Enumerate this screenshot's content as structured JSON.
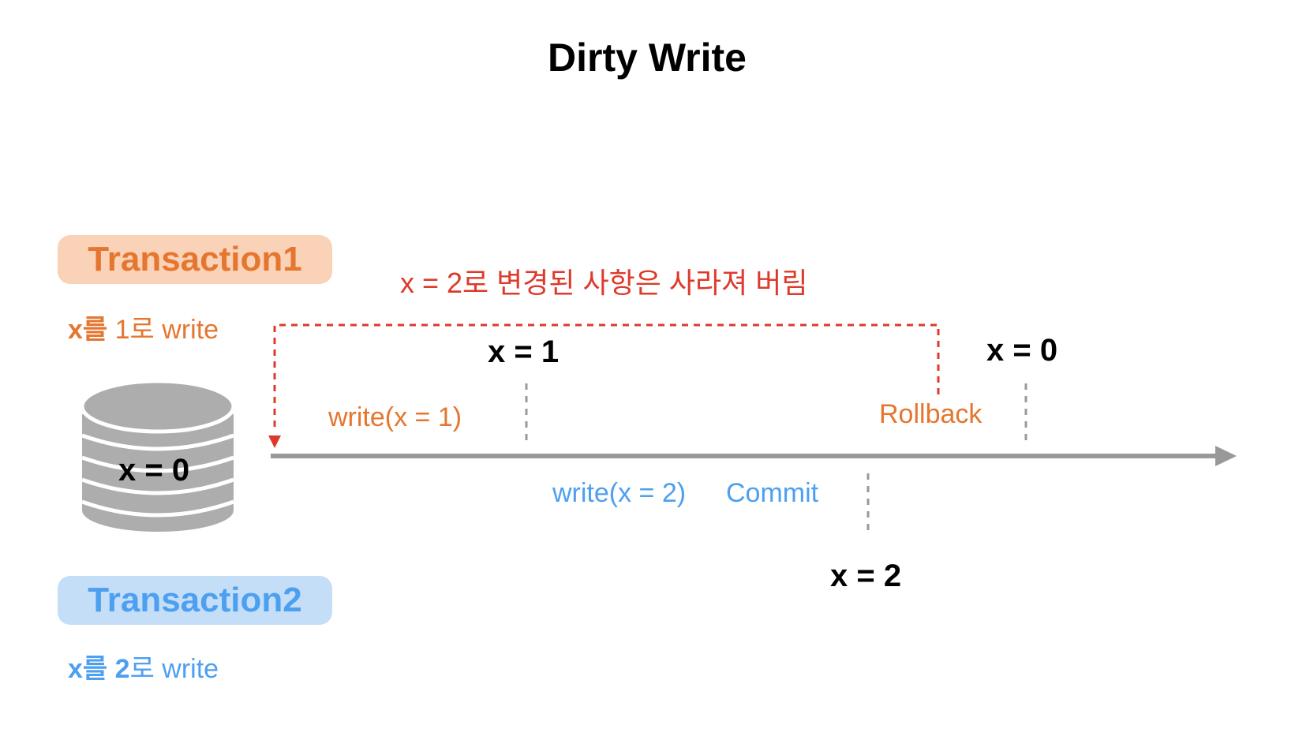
{
  "title": "Dirty Write",
  "transaction1": {
    "label": "Transaction1",
    "desc_var": "x를",
    "desc_rest": " 1로 write",
    "color": "#e5762f",
    "bg": "#f9d2b8"
  },
  "transaction2": {
    "label": "Transaction2",
    "desc_var": "x를",
    "desc_num": " 2",
    "desc_rest": "로 write",
    "color": "#4d9ff0",
    "bg": "#c4def8"
  },
  "database": {
    "value_label": "x = 0"
  },
  "lost_update_note": "x = 2로 변경된 사항은 사라져 버림",
  "timeline": {
    "t1_write": "write(x = 1)",
    "t1_result": "x = 1",
    "t1_rollback": "Rollback",
    "rollback_result": "x = 0",
    "t2_write": "write(x = 2)",
    "t2_commit": "Commit",
    "t2_result": "x = 2"
  },
  "colors": {
    "rollback_arrow": "#dd3a2c",
    "timeline": "#999999",
    "marker": "#999999"
  }
}
